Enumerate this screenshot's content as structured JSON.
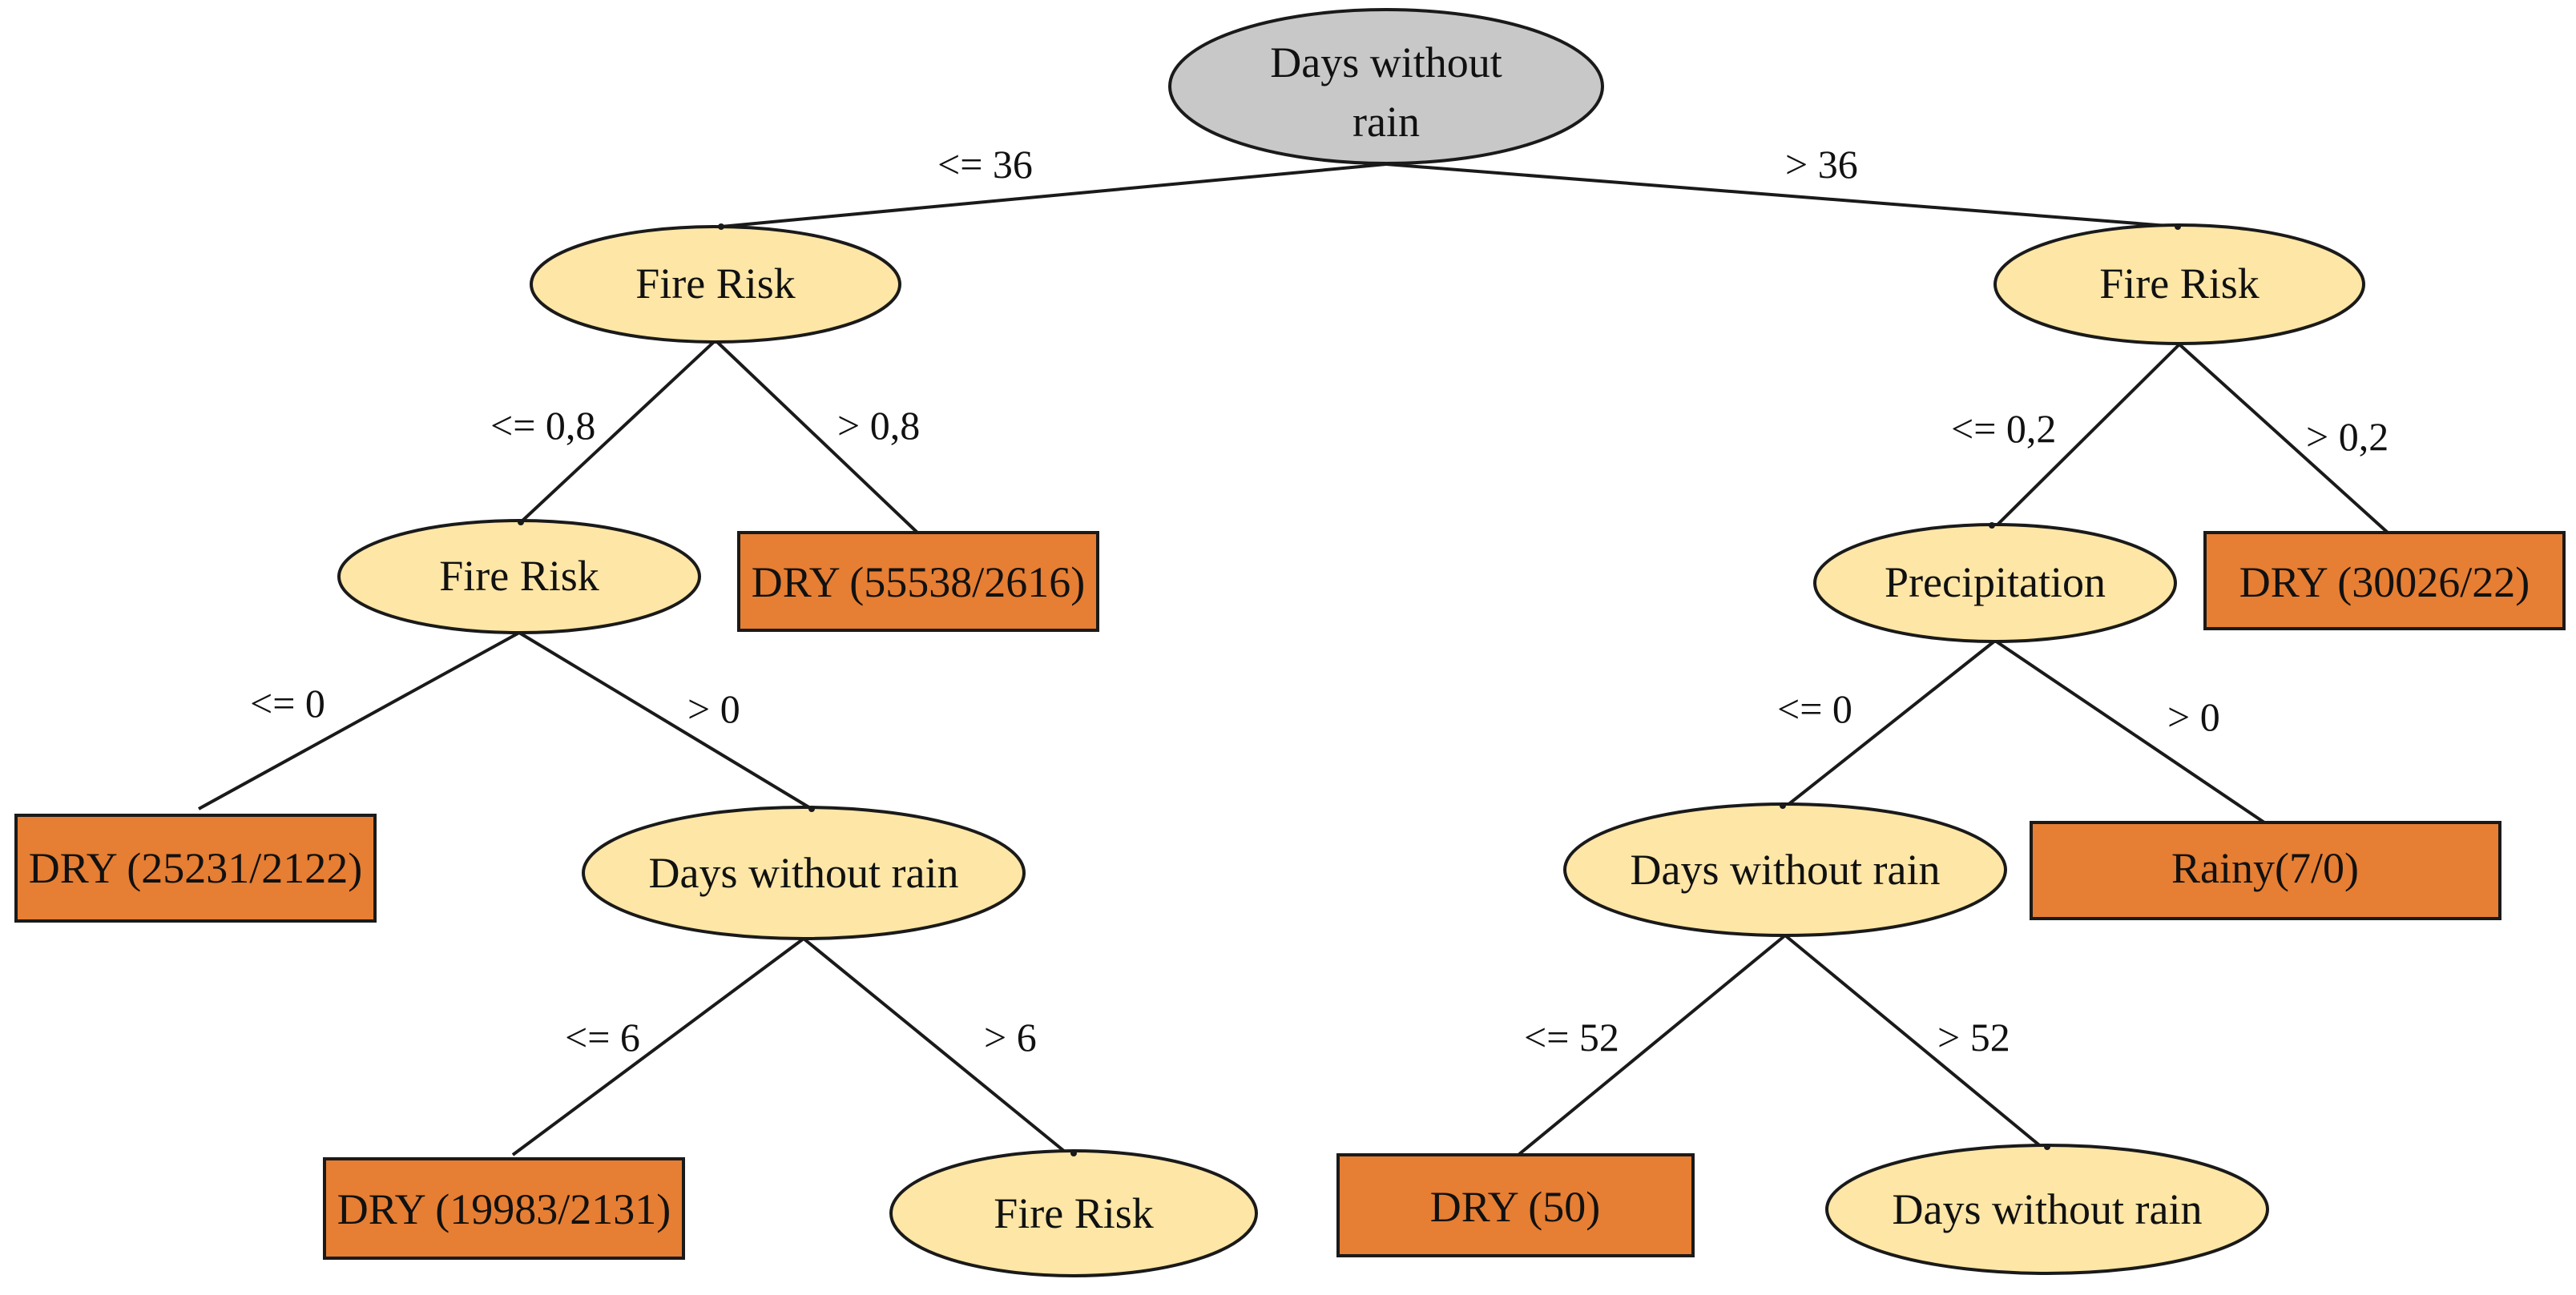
{
  "colors": {
    "root_fill": "#c8c8c8",
    "node_fill": "#fde6a6",
    "leaf_fill": "#e67e33",
    "line": "#1a1a1a"
  },
  "nodes": {
    "root": {
      "line1": "Days without",
      "line2": "rain"
    },
    "n_fire_left": "Fire Risk",
    "n_fire_right": "Fire Risk",
    "n_fire_left2": "Fire Risk",
    "n_precip": "Precipitation",
    "n_days_left": "Days without rain",
    "n_days_right": "Days without rain",
    "n_fire_bottom": "Fire Risk",
    "n_days_bottom": "Days without rain"
  },
  "leaves": {
    "dry_55538": "DRY (55538/2616)",
    "dry_30026": "DRY (30026/22)",
    "dry_25231": "DRY (25231/2122)",
    "rainy_7": "Rainy(7/0)",
    "dry_19983": "DRY (19983/2131)",
    "dry_50": "DRY (50)"
  },
  "edges": {
    "root_left": "<= 36",
    "root_right": "> 36",
    "fl_left": "<= 0,8",
    "fl_right": "> 0,8",
    "fr_left": "<= 0,2",
    "fr_right": "> 0,2",
    "fl2_left": "<= 0",
    "fl2_right": "> 0",
    "pr_left": "<= 0",
    "pr_right": "> 0",
    "dl_left": "<= 6",
    "dl_right": "> 6",
    "dr_left": "<= 52",
    "dr_right": "> 52"
  }
}
